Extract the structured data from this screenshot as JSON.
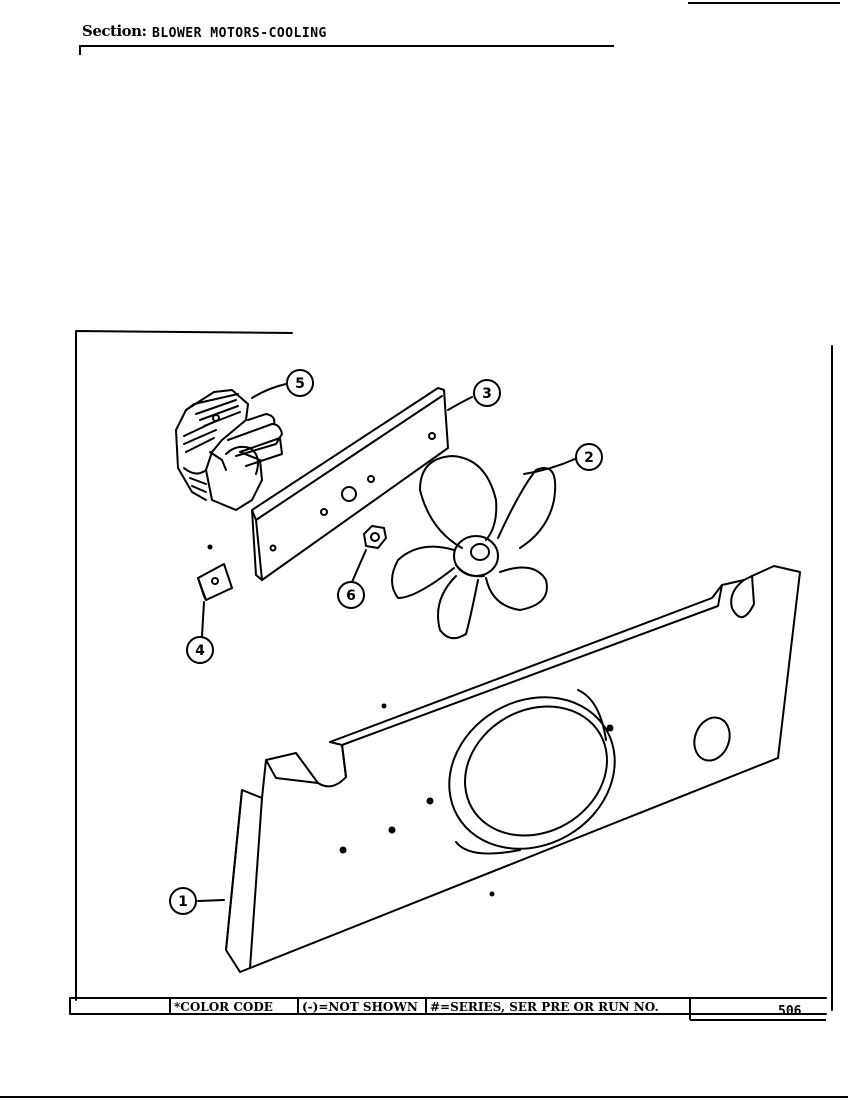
{
  "header": {
    "section_label": "Section:",
    "section_name": "BLOWER MOTORS-COOLING"
  },
  "callouts": {
    "c1": "1",
    "c2": "2",
    "c3": "3",
    "c4": "4",
    "c5": "5",
    "c6": "6"
  },
  "parts": [
    {
      "number": "1",
      "name": "panel-bracket"
    },
    {
      "number": "2",
      "name": "fan-blade"
    },
    {
      "number": "3",
      "name": "motor-bracket"
    },
    {
      "number": "4",
      "name": "clip"
    },
    {
      "number": "5",
      "name": "blower-motor"
    },
    {
      "number": "6",
      "name": "nut"
    }
  ],
  "footer": {
    "color_code": "*COLOR CODE",
    "not_shown": "(-)=NOT SHOWN",
    "series": "#=SERIES, SER PRE OR RUN NO.",
    "page_number": "506"
  }
}
